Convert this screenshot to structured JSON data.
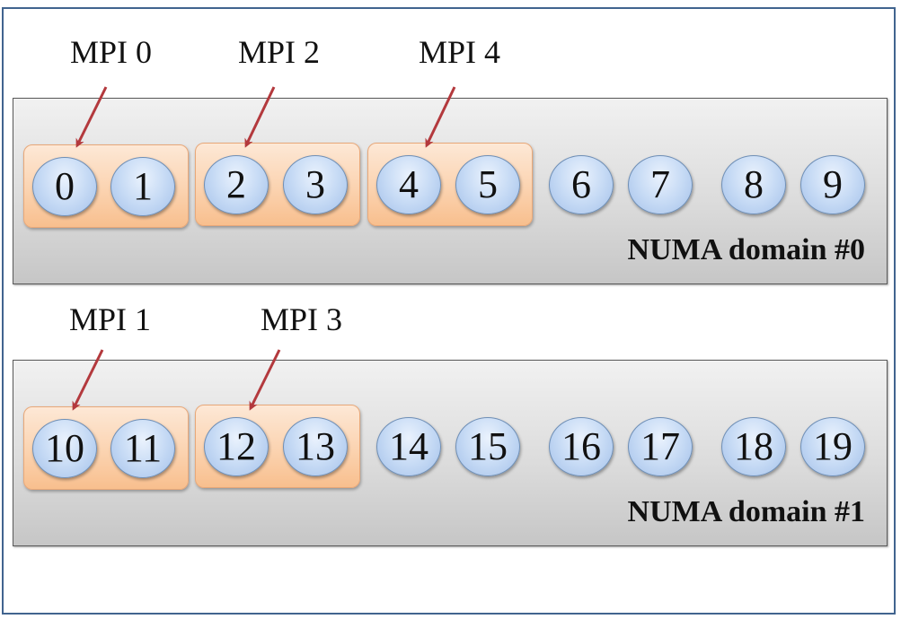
{
  "colors": {
    "frame_border": "#41648f",
    "arrow": "#b3393d",
    "group_fill": "#fbd3b0",
    "group_border": "#e8a879",
    "core_fill": "#c7dbf5",
    "core_border": "#6f8fb6",
    "domain_fill": "#dcdcdc"
  },
  "domains": [
    {
      "label": "NUMA domain #0",
      "cores": [
        "0",
        "1",
        "2",
        "3",
        "4",
        "5",
        "6",
        "7",
        "8",
        "9"
      ],
      "mpi": [
        {
          "label": "MPI 0",
          "cores": [
            "0",
            "1"
          ]
        },
        {
          "label": "MPI 2",
          "cores": [
            "2",
            "3"
          ]
        },
        {
          "label": "MPI 4",
          "cores": [
            "4",
            "5"
          ]
        }
      ]
    },
    {
      "label": "NUMA domain #1",
      "cores": [
        "10",
        "11",
        "12",
        "13",
        "14",
        "15",
        "16",
        "17",
        "18",
        "19"
      ],
      "mpi": [
        {
          "label": "MPI 1",
          "cores": [
            "10",
            "11"
          ]
        },
        {
          "label": "MPI 3",
          "cores": [
            "12",
            "13"
          ]
        }
      ]
    }
  ]
}
